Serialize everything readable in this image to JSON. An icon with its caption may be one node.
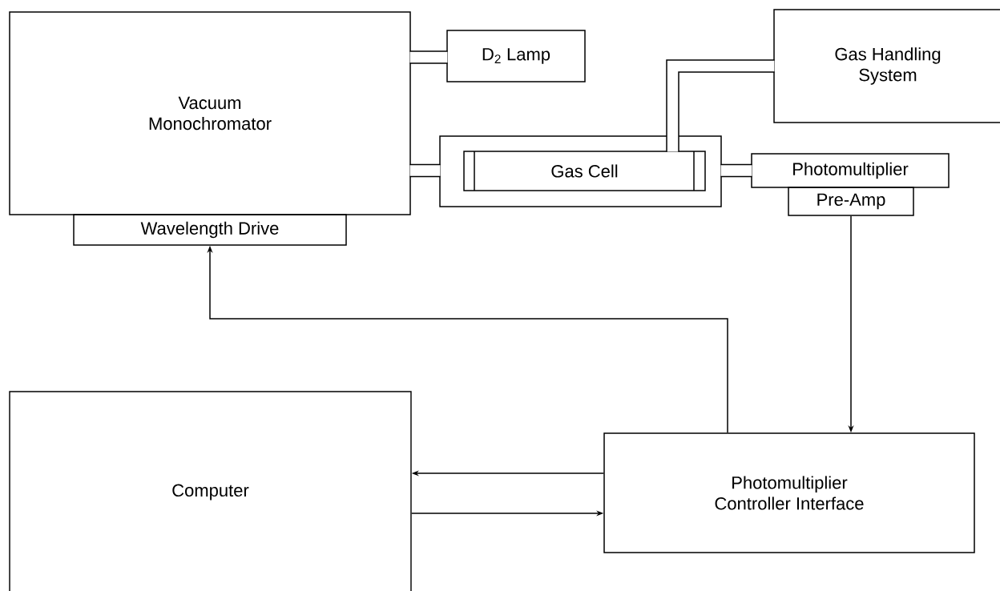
{
  "diagram": {
    "nodes": [
      {
        "text": [
          "Vacuum Monochromator"
        ]
      },
      {
        "text": [
          "D$_{2}$ Lamp"
        ]
      },
      {
        "text": [
          "Gas Handling System"
        ]
      },
      {
        "text": [],
        "shape": "box"
      },
      {
        "text": [
          "Gas Cell"
        ],
        "in": 3
      },
      {
        "text": [
          "Photomultiplier"
        ]
      },
      {
        "text": [
          "Pre-Amp"
        ]
      },
      {
        "text": [
          "Wavelength Drive"
        ]
      },
      {
        "text": [
          "Computer"
        ]
      },
      {
        "text": [
          "Photomultiplier Controller Interface"
        ]
      }
    ],
    "edges": [
      {
        "from": 0,
        "to": 1,
        "arrow": "none",
        "style": "thick"
      },
      {
        "from": 0,
        "to": 3,
        "arrow": "none",
        "style": "thick"
      },
      {
        "from": 3,
        "to": 5,
        "arrow": "none",
        "style": "thick"
      },
      {
        "from": 2,
        "to": 4,
        "arrow": "none",
        "style": "thick"
      },
      {
        "from": 6,
        "to": 9,
        "arrow": "to"
      },
      {
        "from": 9,
        "to": 7,
        "arrow": "to"
      },
      {
        "from": 9,
        "to": 8,
        "arrow": "to"
      },
      {
        "from": 8,
        "to": 9,
        "arrow": "to"
      }
    ]
  }
}
